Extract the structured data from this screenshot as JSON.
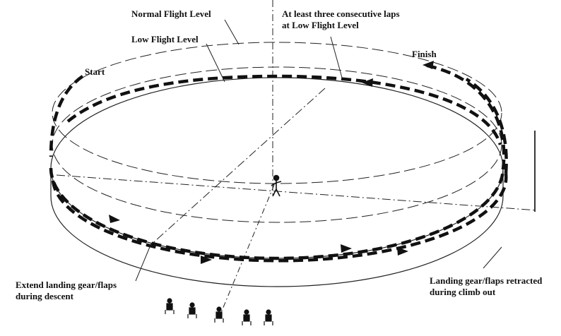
{
  "labels": {
    "normal_flight_level": "Normal Flight Level",
    "low_flight_level": "Low Flight Level",
    "consecutive_laps_line1": "At least three consecutive laps",
    "consecutive_laps_line2": "at Low Flight Level",
    "start": "Start",
    "finish": "Finish",
    "extend_gear_line1": "Extend landing gear/flaps",
    "extend_gear_line2": "during descent",
    "retract_gear_line1": "Landing gear/flaps retracted",
    "retract_gear_line2": "during climb out"
  },
  "colors": {
    "ink": "#111111",
    "background": "#ffffff"
  }
}
